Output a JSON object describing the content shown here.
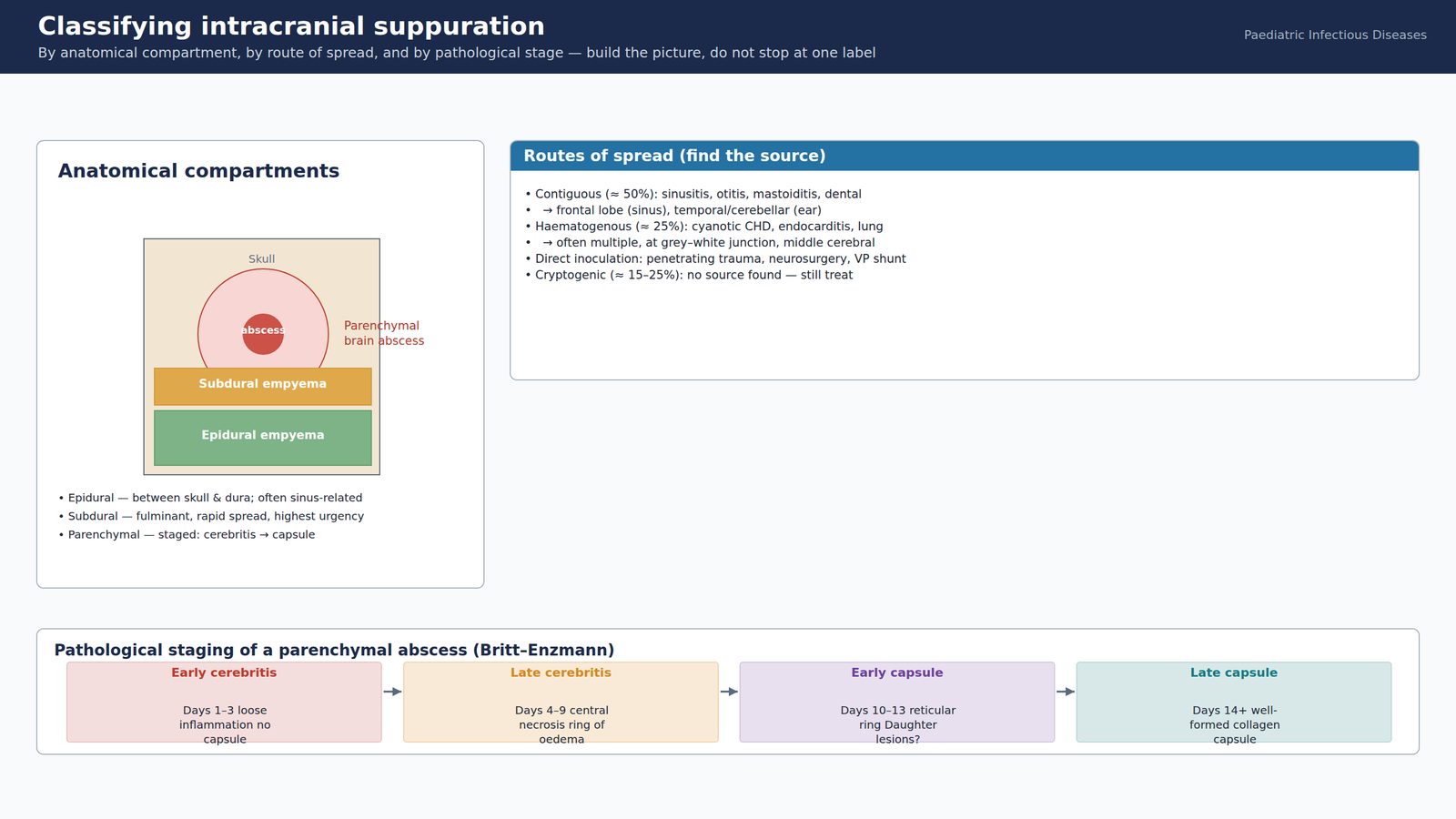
{
  "diagram": {
    "title": "Classifying intracranial suppuration",
    "nodes": [
      {
        "text": [
          "Anatomical compartments",
          "• Epidural — between skull & dura; often sinus-related",
          "• Subdural — fulminant, rapid spread, highest urgency",
          "• Parenchymal — staged: cerebritis → capsule"
        ]
      },
      {
        "text": [
          "Skull"
        ],
        "in": 0
      },
      {
        "text": [
          "Parenchymal brain abscess"
        ],
        "in": 1
      },
      {
        "text": [
          "abscess"
        ],
        "in": 2
      },
      {
        "text": [
          "Subdural empyema"
        ],
        "in": 1
      },
      {
        "text": [
          "Epidural empyema"
        ],
        "in": 1
      },
      {
        "text": [
          "Routes of spread (find the source)",
          "• Contiguous (≈ 50%): sinusitis, otitis, mastoiditis, dental",
          "•   → frontal lobe (sinus), temporal/cerebellar (ear)",
          "• Haematogenous (≈ 25%): cyanotic CHD, endocarditis, lung",
          "•   → often multiple, at grey–white junction, middle cerebral",
          "• Direct inoculation: penetrating trauma, neurosurgery, VP shunt",
          "• Cryptogenic (≈ 15–25%): no source found — still treat"
        ]
      },
      {
        "text": [
          "Pathological staging of a parenchymal abscess (Britt–Enzmann)"
        ]
      },
      {
        "text": [
          "Early cerebritis",
          "Days 1–3 loose inflammation no capsule"
        ],
        "in": 7
      },
      {
        "text": [
          "Late cerebritis",
          "Days 4–9 central necrosis ring of oedema"
        ],
        "in": 7
      },
      {
        "text": [
          "Early capsule",
          "Days 10–13 reticular ring Daughter lesions?"
        ],
        "in": 7
      },
      {
        "text": [
          "Late capsule",
          "Days 14+ well-formed collagen capsule"
        ],
        "in": 7
      }
    ],
    "edges": [
      {
        "from": 8,
        "to": 9,
        "arrow": "to"
      },
      {
        "from": 9,
        "to": 10,
        "arrow": "to"
      },
      {
        "from": 10,
        "to": 11,
        "arrow": "to"
      }
    ],
    "labels": [
      "By anatomical compartment, by route of spread, and by pathological stage — build the picture, do not stop at one label",
      "Paediatric Infectious Diseases"
    ]
  }
}
